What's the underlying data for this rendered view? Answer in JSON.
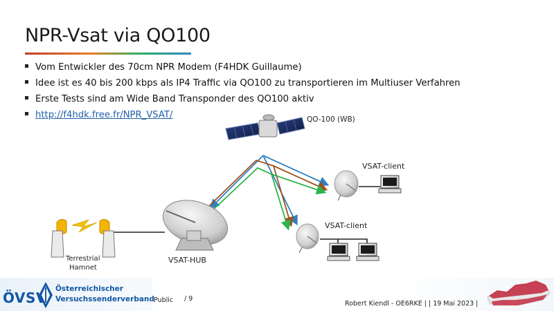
{
  "slide": {
    "title": "NPR-Vsat via QO100",
    "bullets": [
      "Vom Entwickler des 70cm NPR Modem (F4HDK Guillaume)",
      "Idee ist es 40 bis 200 kbps als IP4 Traffic via QO100 zu transportieren im Multiuser Verfahren",
      "Erste Tests sind am Wide Band Transponder des QO100 aktiv"
    ],
    "link": "http://f4hdk.free.fr/NPR_VSAT/"
  },
  "diagram": {
    "satellite_label": "QO-100 (WB)",
    "client1_label": "VSAT-client",
    "client2_label": "VSAT-client",
    "hub_label": "VSAT-HUB",
    "terrestrial_label_1": "Terrestrial",
    "terrestrial_label_2": "Hamnet",
    "colors": {
      "blue": "#2f7fc1",
      "brown": "#a0521c",
      "green": "#2db34a",
      "lightning": "#f2c200"
    }
  },
  "footer": {
    "logo_text": "ÖVSV",
    "org_line1": "Österreichischer",
    "org_line2": "Versuchssenderverband",
    "classification": "Public",
    "page": "/ 9",
    "author": "Robert Kiendl - OE6RKE |  | 19 Mai 2023 |"
  }
}
